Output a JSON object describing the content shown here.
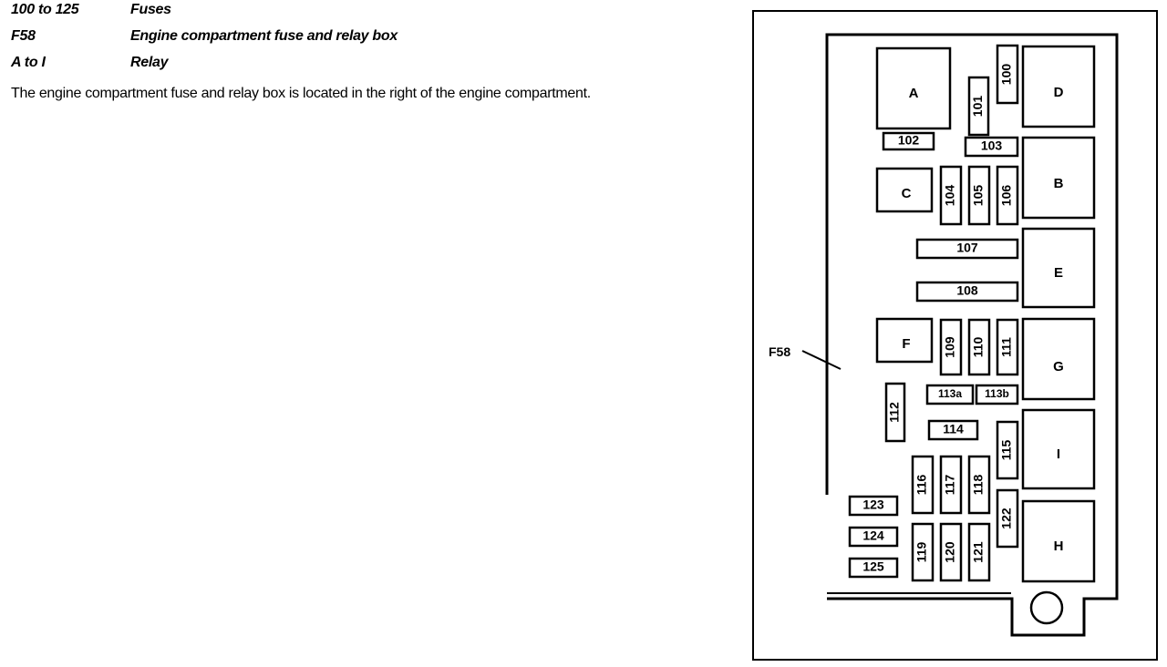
{
  "legend": [
    {
      "key": "100 to 125",
      "desc": "Fuses"
    },
    {
      "key": "F58",
      "desc": "Engine compartment fuse and relay box"
    },
    {
      "key": "A to I",
      "desc": "Relay"
    }
  ],
  "note": "The engine compartment fuse and relay box is located in the right of the engine compartment.",
  "diagram": {
    "callout": "F58",
    "relays": [
      "A",
      "B",
      "C",
      "D",
      "E",
      "F",
      "G",
      "H",
      "I"
    ],
    "fuses": [
      "100",
      "101",
      "102",
      "103",
      "104",
      "105",
      "106",
      "107",
      "108",
      "109",
      "110",
      "111",
      "112",
      "113a",
      "113b",
      "114",
      "115",
      "116",
      "117",
      "118",
      "119",
      "120",
      "121",
      "122",
      "123",
      "124",
      "125"
    ]
  }
}
